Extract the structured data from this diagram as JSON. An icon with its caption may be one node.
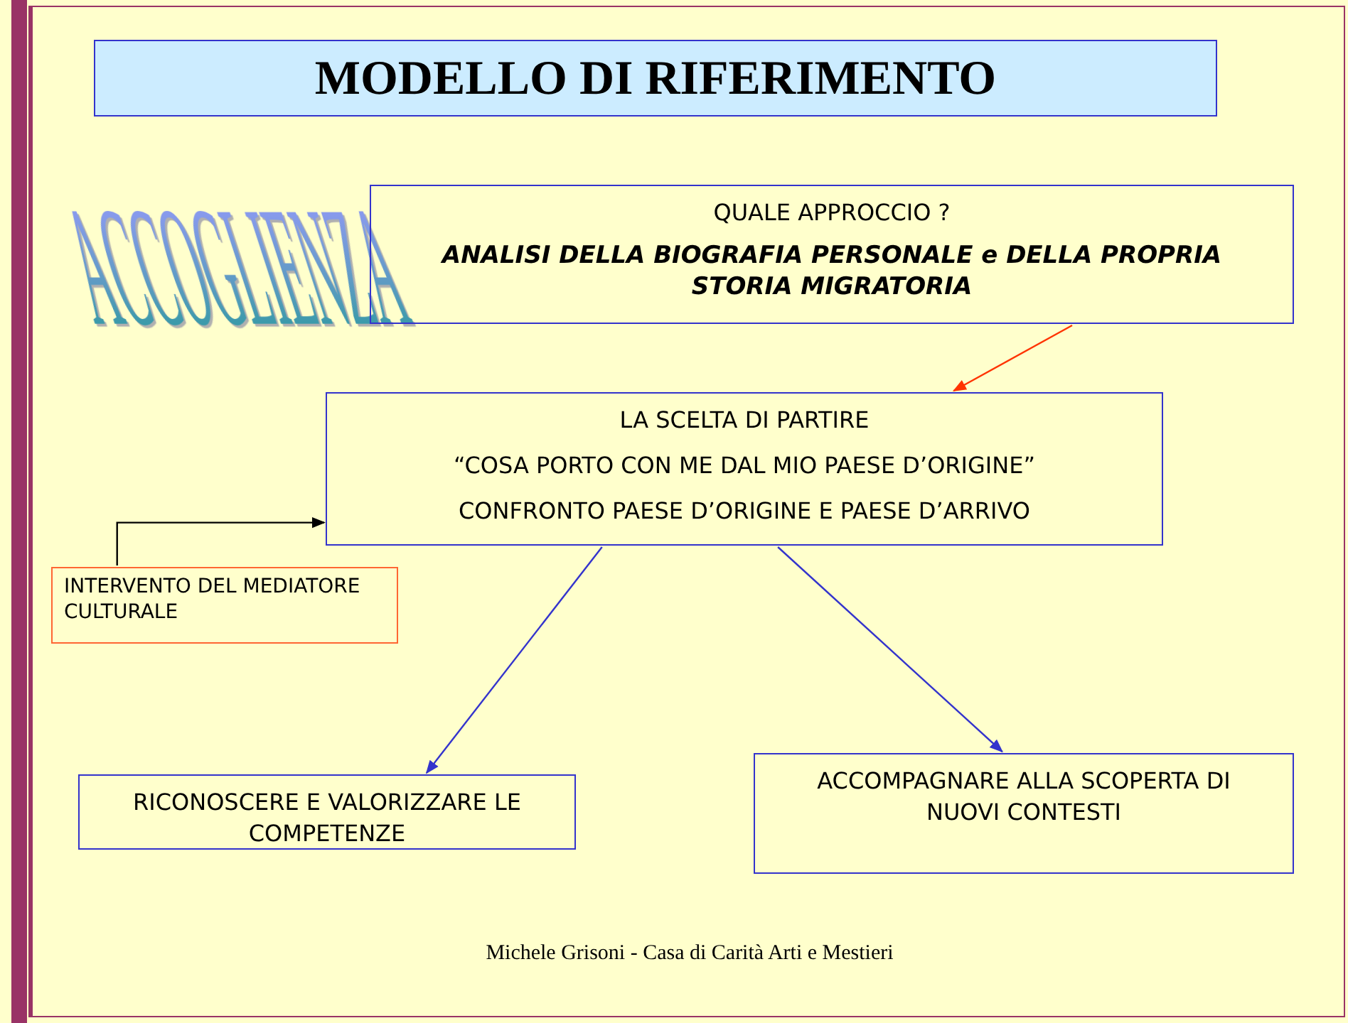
{
  "diagram": {
    "title": "MODELLO DI RIFERIMENTO",
    "nodes": [
      {
        "text": [
          "QUALE APPROCCIO ?",
          "ANALISI DELLA BIOGRAFIA PERSONALE e DELLA PROPRIA STORIA MIGRATORIA"
        ]
      },
      {
        "text": [
          "LA SCELTA DI PARTIRE",
          "“COSA PORTO CON ME DAL MIO PAESE D’ORIGINE”",
          "CONFRONTO PAESE D’ORIGINE E PAESE D’ARRIVO"
        ]
      },
      {
        "text": [
          "INTERVENTO DEL MEDIATORE CULTURALE"
        ]
      },
      {
        "text": [
          "RICONOSCERE E VALORIZZARE LE COMPETENZE"
        ]
      },
      {
        "text": [
          "ACCOMPAGNARE ALLA SCOPERTA DI NUOVI CONTESTI"
        ]
      }
    ],
    "edges": [
      {
        "from": 0,
        "to": 1,
        "arrow": "to",
        "color": "#ff3300"
      },
      {
        "from": 2,
        "to": 1,
        "arrow": "to",
        "color": "#000000"
      },
      {
        "from": 1,
        "to": 3,
        "arrow": "to"
      },
      {
        "from": 1,
        "to": 4,
        "arrow": "to"
      }
    ],
    "labels": [
      "ACCOGLIENZA"
    ],
    "caption": "Michele Grisoni - Casa di Carità Arti e Mestieri"
  }
}
